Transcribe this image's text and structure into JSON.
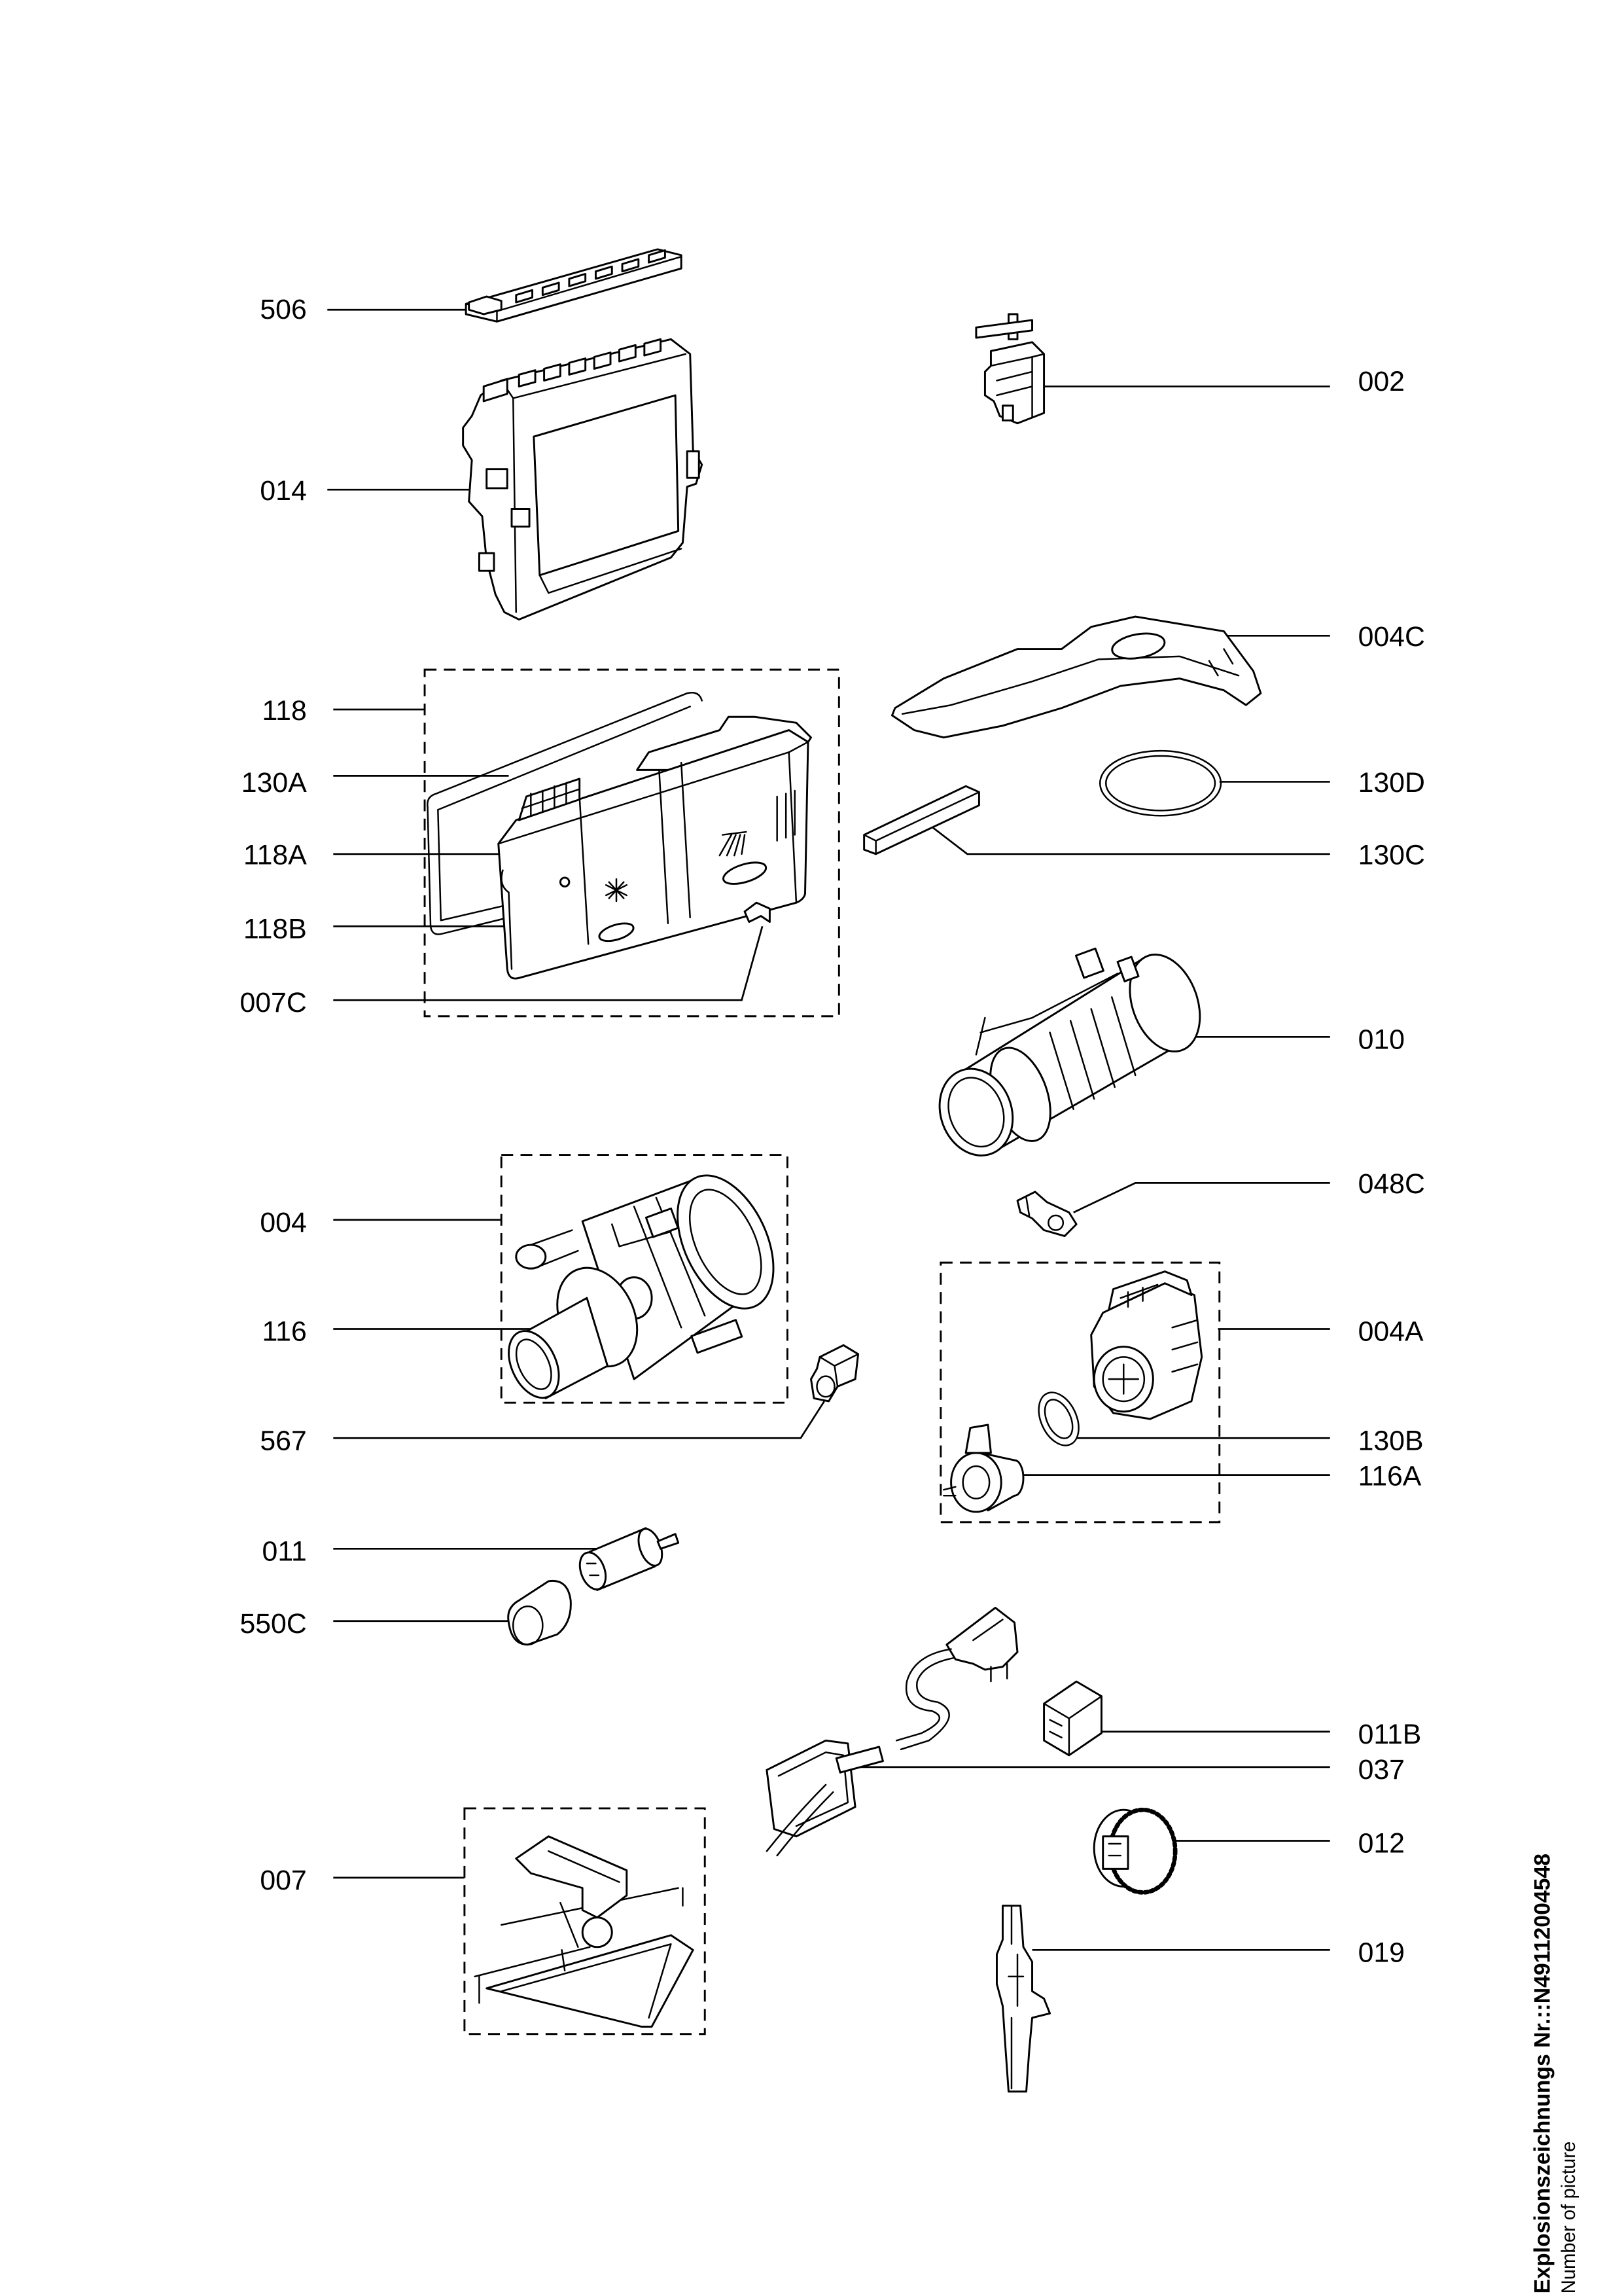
{
  "labels": {
    "506": "506",
    "014": "014",
    "118": "118",
    "130A": "130A",
    "118A": "118A",
    "118B": "118B",
    "007C": "007C",
    "004": "004",
    "116": "116",
    "567": "567",
    "011": "011",
    "550C": "550C",
    "007": "007",
    "002": "002",
    "004C": "004C",
    "130D": "130D",
    "130C": "130C",
    "010": "010",
    "048C": "048C",
    "004A": "004A",
    "130B": "130B",
    "116A": "116A",
    "011B": "011B",
    "037": "037",
    "012": "012",
    "019": "019"
  },
  "footer": {
    "drawing_number": "Explosionszeichnungs Nr.::N49112004548",
    "number_of_picture": "Number of picture"
  }
}
